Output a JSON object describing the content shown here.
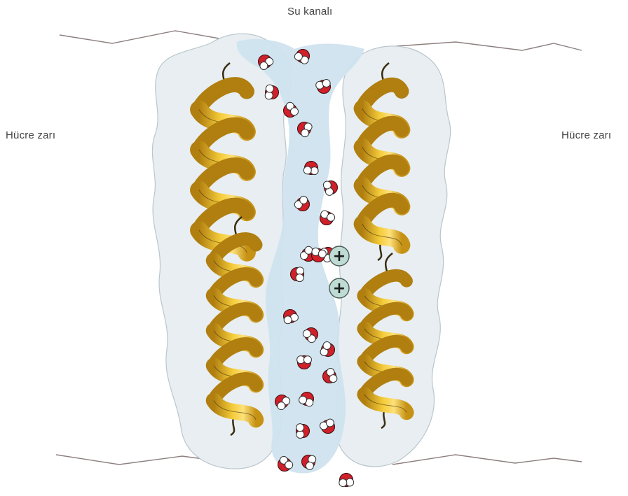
{
  "labels": {
    "channel": "Su kanalı",
    "membrane_left": "Hücre zarı",
    "membrane_right": "Hücre zarı"
  },
  "molecules": {
    "water_count": 26,
    "ion_count": 2,
    "ion_symbol": "+"
  },
  "colors": {
    "protein_surface": "#e8eef1",
    "protein_outline": "#b9c6cc",
    "channel_water": "#cfe3ee",
    "helix_light": "#f3c530",
    "helix_dark": "#b07f10",
    "oxygen": "#d0202a",
    "hydrogen": "#ffffff",
    "ion_fill": "#bfdcd4",
    "membrane_line": "#8d7f7f"
  }
}
